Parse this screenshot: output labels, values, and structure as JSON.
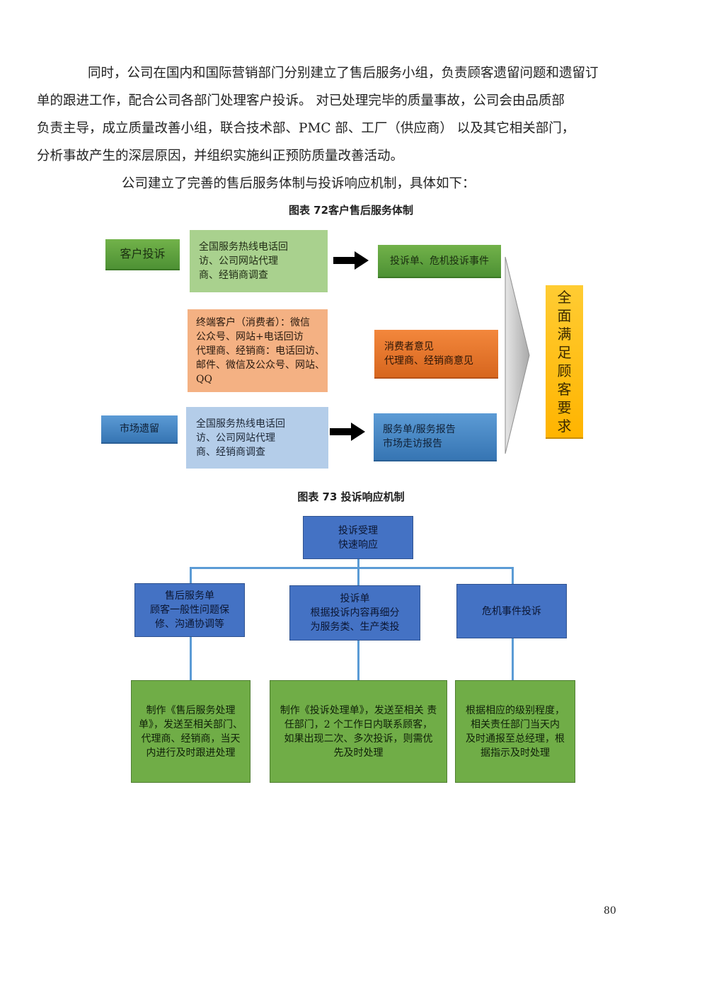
{
  "paragraphs": {
    "p1_line1": "同时，公司在国内和国际营销部门分别建立了售后服务小组，负责顾客遗留问题和遗留订",
    "p1_line2": "单的跟进工作，配合公司各部门处理客户投诉。 对已处理完毕的质量事故，公司会由品质部",
    "p1_line3": "负责主导，成立质量改善小组，联合技术部、PMC 部、工厂（供应商） 以及其它相关部门，",
    "p1_line4": "分析事故产生的深层原因，并组织实施纠正预防质量改善活动。",
    "p2": "公司建立了完善的售后服务体制与投诉响应机制，具体如下："
  },
  "figure72": {
    "caption": "图表 72客户售后服务体制",
    "left_top": "客户投诉",
    "left_bottom": "市场遗留",
    "mid_top": [
      "全国服务热线电话回",
      "访、公司网站代理",
      "商、经销商调查"
    ],
    "mid_middle": [
      "终端客户（消费者）：微信",
      "公众号、网站+电话回访",
      "代理商、经销商：电话回访、",
      "邮件、微信及公众号、网站、",
      "QQ"
    ],
    "mid_bottom": [
      "全国服务热线电话回",
      "访、公司网站代理",
      "商、经销商调查"
    ],
    "right_top": "投诉单、危机投诉事件",
    "right_middle": [
      "消费者意见",
      "代理商、经销商意见"
    ],
    "right_bottom": [
      "服务单/服务报告",
      "市场走访报告"
    ],
    "goal": [
      "全",
      "面",
      "满",
      "足",
      "顾",
      "客",
      "要",
      "求"
    ]
  },
  "figure73": {
    "caption": "图表 73 投诉响应机制",
    "root": [
      "投诉受理",
      "快速响应"
    ],
    "branch1": [
      "售后服务单",
      "顾客一般性问题保",
      "修、沟通协调等"
    ],
    "branch2": [
      "投诉单",
      "根据投诉内容再细分",
      "为服务类、生产类投"
    ],
    "branch3": [
      "危机事件投诉"
    ],
    "leaf1": [
      "制作《售后服务处理",
      "单》，发送至相关部门、",
      "代理商、经销商，当天",
      "内进行及时跟进处理"
    ],
    "leaf2": [
      "制作《投诉处理单》，发送至相关 责",
      "任部门，2 个工作日内联系顾客，",
      "如果出现二次、多次投诉，则需优",
      "先及时处理"
    ],
    "leaf3": [
      "根据相应的级别程度，",
      "相关责任部门当天内",
      "及时通报至总经理，根",
      "据指示及时处理"
    ]
  },
  "page_number": "80",
  "colors": {
    "green": "#5aa03c",
    "light_green": "#a9d18e",
    "orange": "#e6742a",
    "light_orange": "#f4b183",
    "blue": "#4a8bc8",
    "light_blue": "#b4cde9",
    "gold": "#ffc000",
    "mechanism_blue": "#4472c4",
    "mechanism_green": "#70ad47",
    "connector": "#5b9bd5"
  }
}
